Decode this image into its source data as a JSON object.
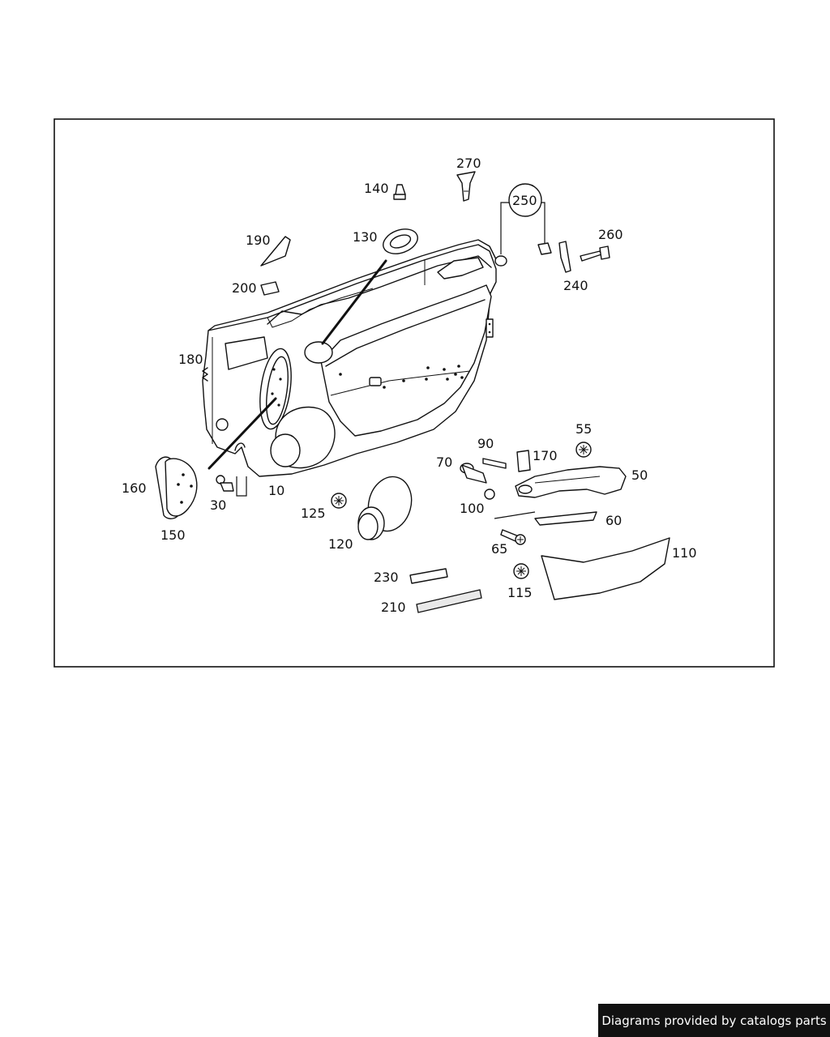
{
  "diagram": {
    "parts": [
      {
        "id": "p270",
        "label": "270"
      },
      {
        "id": "p140",
        "label": "140"
      },
      {
        "id": "p250",
        "label": "250",
        "circled": true
      },
      {
        "id": "p260",
        "label": "260"
      },
      {
        "id": "p190",
        "label": "190"
      },
      {
        "id": "p130",
        "label": "130"
      },
      {
        "id": "p240",
        "label": "240"
      },
      {
        "id": "p200",
        "label": "200"
      },
      {
        "id": "p180",
        "label": "180"
      },
      {
        "id": "p55",
        "label": "55"
      },
      {
        "id": "p90",
        "label": "90"
      },
      {
        "id": "p170",
        "label": "170"
      },
      {
        "id": "p70",
        "label": "70"
      },
      {
        "id": "p50",
        "label": "50"
      },
      {
        "id": "p160",
        "label": "160"
      },
      {
        "id": "p10",
        "label": "10"
      },
      {
        "id": "p30",
        "label": "30"
      },
      {
        "id": "p125",
        "label": "125"
      },
      {
        "id": "p100",
        "label": "100"
      },
      {
        "id": "p60",
        "label": "60"
      },
      {
        "id": "p150",
        "label": "150"
      },
      {
        "id": "p120",
        "label": "120"
      },
      {
        "id": "p65",
        "label": "65"
      },
      {
        "id": "p110",
        "label": "110"
      },
      {
        "id": "p230",
        "label": "230"
      },
      {
        "id": "p115",
        "label": "115"
      },
      {
        "id": "p210",
        "label": "210"
      }
    ]
  },
  "footer": {
    "text": "Diagrams provided by catalogs parts"
  }
}
